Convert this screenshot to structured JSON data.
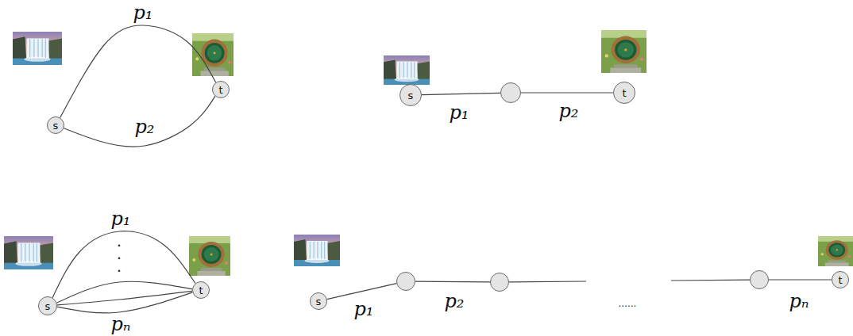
{
  "diagram": {
    "nodes": [
      {
        "text": [
          "s"
        ]
      },
      {
        "text": [
          "t"
        ]
      },
      {
        "text": [
          "s"
        ]
      },
      {
        "text": []
      },
      {
        "text": [
          "t"
        ]
      },
      {
        "text": [
          "s"
        ]
      },
      {
        "text": [
          "t"
        ]
      },
      {
        "text": [
          "s"
        ]
      },
      {
        "text": []
      },
      {
        "text": []
      },
      {
        "text": []
      },
      {
        "text": [
          "t"
        ]
      }
    ],
    "edges": [
      {
        "from": 0,
        "to": 1,
        "arrow": "none",
        "label": "p₁"
      },
      {
        "from": 0,
        "to": 1,
        "arrow": "none",
        "label": "p₂"
      },
      {
        "from": 2,
        "to": 3,
        "arrow": "none",
        "label": "p₁"
      },
      {
        "from": 3,
        "to": 4,
        "arrow": "none",
        "label": "p₂"
      },
      {
        "from": 5,
        "to": 6,
        "arrow": "none",
        "label": "p₁"
      },
      {
        "from": 5,
        "to": 6,
        "arrow": "none"
      },
      {
        "from": 5,
        "to": 6,
        "arrow": "none"
      },
      {
        "from": 5,
        "to": 6,
        "arrow": "none",
        "label": "pₙ"
      },
      {
        "from": 7,
        "to": 8,
        "arrow": "none",
        "label": "p₁"
      },
      {
        "from": 8,
        "to": 9,
        "arrow": "none",
        "label": "p₂"
      },
      {
        "from": 9,
        "to": 10,
        "arrow": "none"
      },
      {
        "from": 10,
        "to": 11,
        "arrow": "none",
        "label": "pₙ"
      }
    ],
    "labels": [
      ". . .",
      "......"
    ]
  }
}
